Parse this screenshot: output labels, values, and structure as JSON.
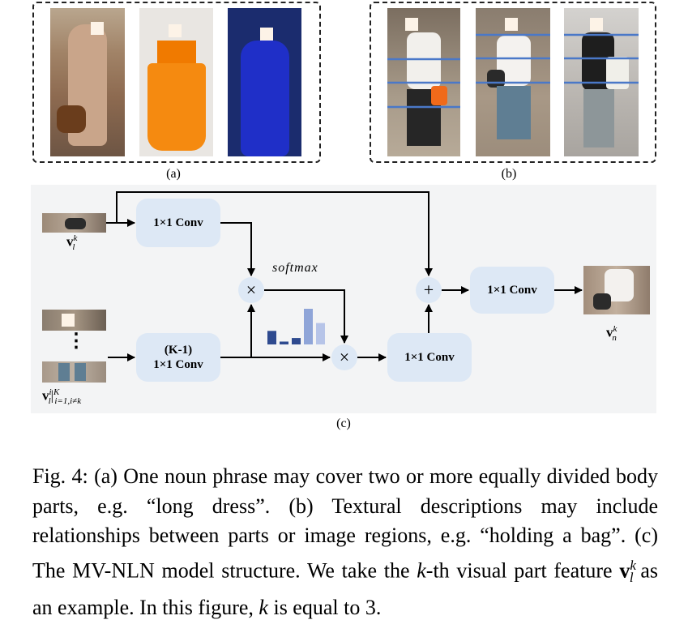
{
  "panels": {
    "a_label": "(a)",
    "b_label": "(b)",
    "c_label": "(c)"
  },
  "diagram": {
    "conv_label": "1×1 Conv",
    "conv_k_minus_1": "(K-1)",
    "softmax": "softmax",
    "times_symbol": "×",
    "plus_symbol": "+",
    "dots": "⋮",
    "var_input_base": "v",
    "var_input_sub": "l",
    "var_input_sup": "k",
    "var_others_base": "v",
    "var_others_sub": "l",
    "var_others_sup": "i",
    "var_others_range_sup": "K",
    "var_others_range_sub": "i=1,i≠k",
    "var_output_base": "v",
    "var_output_sub": "n",
    "var_output_sup": "k",
    "bar_heights": [
      0.38,
      0.08,
      0.18,
      1.0,
      0.6
    ],
    "bar_colors": [
      "#2e4a8f",
      "#2e4a8f",
      "#2e4a8f",
      "#8fa5d8",
      "#b6c4e8"
    ]
  },
  "caption": {
    "p1": "Fig. 4: (a) One noun phrase may cover two or more equally divided body parts, e.g. “long dress”. (b) Textural descriptions may include relationships between parts or image regions, e.g. “holding a bag”. (c) The MV-NLN model structure. We take the ",
    "k1": "k",
    "p2": "-th visual part feature ",
    "v": "v",
    "vsub": "l",
    "vsup": "k",
    "p3": " as an example. In this figure, ",
    "k2": "k",
    "p4": " is equal to 3."
  },
  "colors": {
    "box": "#dde8f5",
    "diagram_bg": "#f3f4f5",
    "stripe": "#4a78c8"
  }
}
